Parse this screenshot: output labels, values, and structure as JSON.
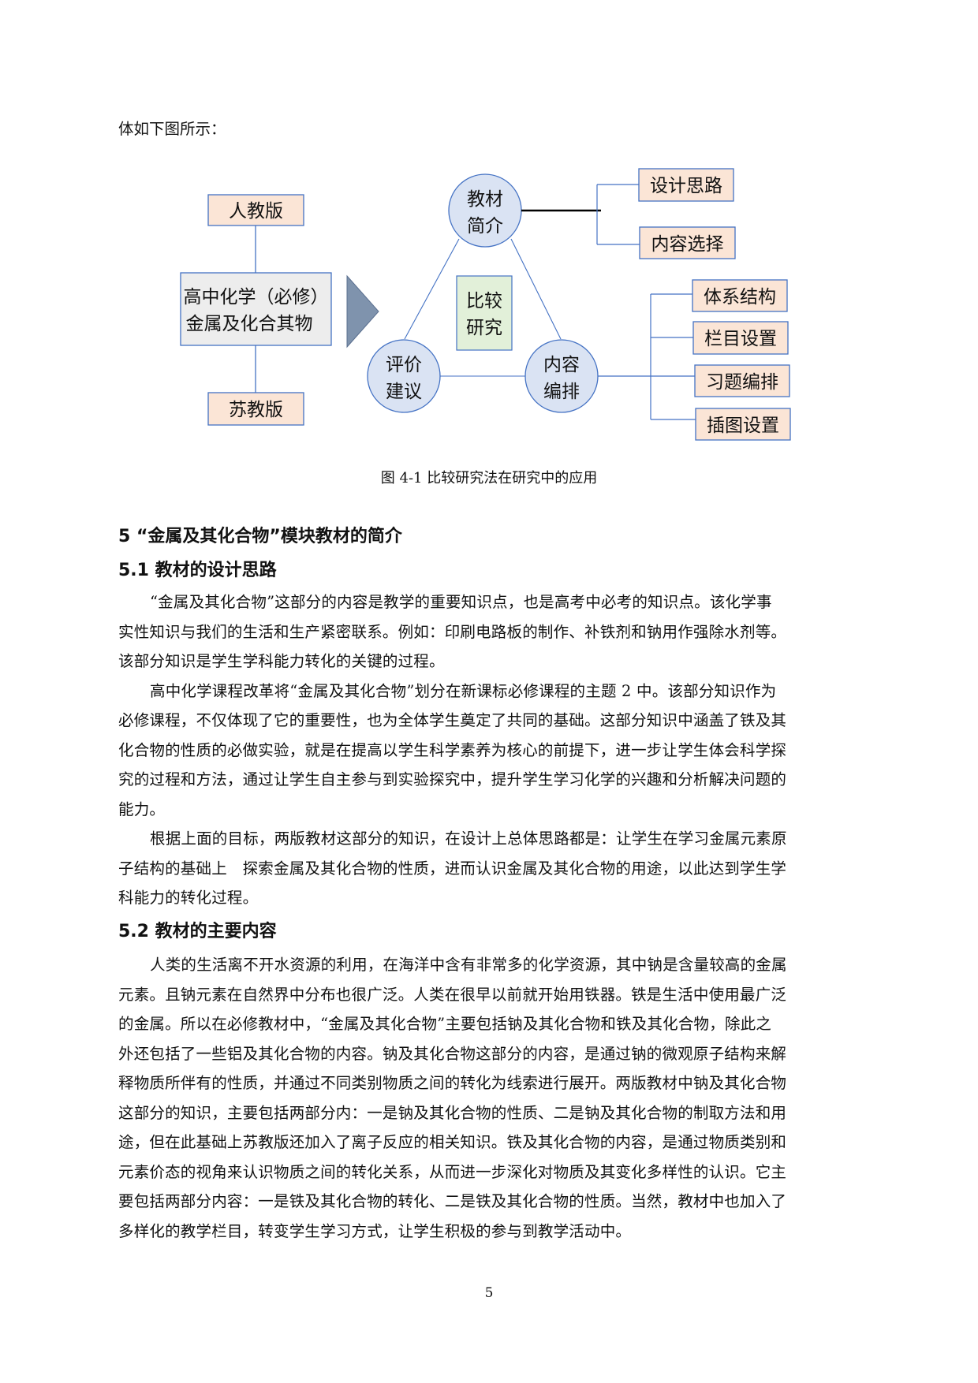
{
  "intro_text": "体如下图所示：",
  "diagram": {
    "left_top_box": "人教版",
    "center_box": [
      "高中化学（必修）",
      "金属及化合其物"
    ],
    "left_bottom_box": "苏教版",
    "circle_top": [
      "教材",
      "简介"
    ],
    "circle_left": [
      "评价",
      "建议"
    ],
    "circle_right": [
      "内容",
      "编排"
    ],
    "center_label": [
      "比较",
      "研究"
    ],
    "branch_intro": [
      "设计思路",
      "内容选择"
    ],
    "branch_arrangement": [
      "体系结构",
      "栏目设置",
      "习题编排",
      "插图设置"
    ],
    "colors": {
      "edition_fill": "#fbe5d6",
      "center_fill": "#ededed",
      "circle_fill": "#dae3f3",
      "label_fill": "#e2f0d9",
      "stroke": "#4472c4",
      "arrow": "#7f93ad"
    }
  },
  "caption": "图 4-1 比较研究法在研究中的应用",
  "heading_5": "5 “金属及其化合物”模块教材的简介",
  "heading_5_1": "5.1 教材的设计思路",
  "section_5_1_lines": [
    "“金属及其化合物”这部分的内容是教学的重要知识点，也是高考中必考的知识点。该化学事",
    "实性知识与我们的生活和生产紧密联系。例如：印刷电路板的制作、补铁剂和钠用作强除水剂等。",
    "该部分知识是学生学科能力转化的关键的过程。",
    "高中化学课程改革将“金属及其化合物”划分在新课标必修课程的主题 2 中。该部分知识作为",
    "必修课程，不仅体现了它的重要性，也为全体学生奠定了共同的基础。这部分知识中涵盖了铁及其",
    "化合物的性质的必做实验，就是在提高以学生科学素养为核心的前提下，进一步让学生体会科学探",
    "究的过程和方法，通过让学生自主参与到实验探究中，提升学生学习化学的兴趣和分析解决问题的",
    "能力。",
    "根据上面的目标，两版教材这部分的知识，在设计上总体思路都是：让学生在学习金属元素原",
    "子结构的基础上　探索金属及其化合物的性质，进而认识金属及其化合物的用途，以此达到学生学",
    "科能力的转化过程。"
  ],
  "heading_5_2": "5.2 教材的主要内容",
  "section_5_2_lines": [
    "人类的生活离不开水资源的利用，在海洋中含有非常多的化学资源，其中钠是含量较高的金属",
    "元素。且钠元素在自然界中分布也很广泛。人类在很早以前就开始用铁器。铁是生活中使用最广泛",
    "的金属。所以在必修教材中，“金属及其化合物”主要包括钠及其化合物和铁及其化合物，除此之",
    "外还包括了一些铝及其化合物的内容。钠及其化合物这部分的内容，是通过钠的微观原子结构来解",
    "释物质所伴有的性质，并通过不同类别物质之间的转化为线索进行展开。两版教材中钠及其化合物",
    "这部分的知识，主要包括两部分内：一是钠及其化合物的性质、二是钠及其化合物的制取方法和用",
    "途，但在此基础上苏教版还加入了离子反应的相关知识。铁及其化合物的内容，是通过物质类别和",
    "元素价态的视角来认识物质之间的转化关系，从而进一步深化对物质及其变化多样性的认识。它主",
    "要包括两部分内容：一是铁及其化合物的转化、二是铁及其化合物的性质。当然，教材中也加入了",
    "多样化的教学栏目，转变学生学习方式，让学生积极的参与到教学活动中。"
  ],
  "page_number": "5"
}
